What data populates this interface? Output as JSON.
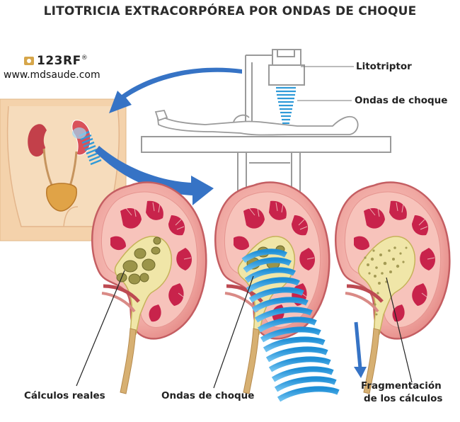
{
  "title": "LITOTRICIA EXTRACORPÓREA POR ONDAS DE CHOQUE",
  "watermark": {
    "brand": "123RF",
    "trademark": "®",
    "site": "www.mdsaude.com"
  },
  "labels": {
    "lithotripter": "Litotriptor",
    "shock_waves_top": "Ondas de choque",
    "real_stones": "Cálculos reales",
    "shock_waves_bottom": "Ondas de choque",
    "fragmentation_line1": "Fragmentación",
    "fragmentation_line2": "de los cálculos"
  },
  "colors": {
    "kidney_outer": "#e9908e",
    "kidney_pink": "#f3b3ae",
    "kidney_inner": "#c2224a",
    "stone": "#9b9449",
    "wave_blue": "#2f9ad8",
    "arrow_blue": "#2f6fc0",
    "machine_gray": "#9c9c9c",
    "skin": "#f3cfa6"
  }
}
